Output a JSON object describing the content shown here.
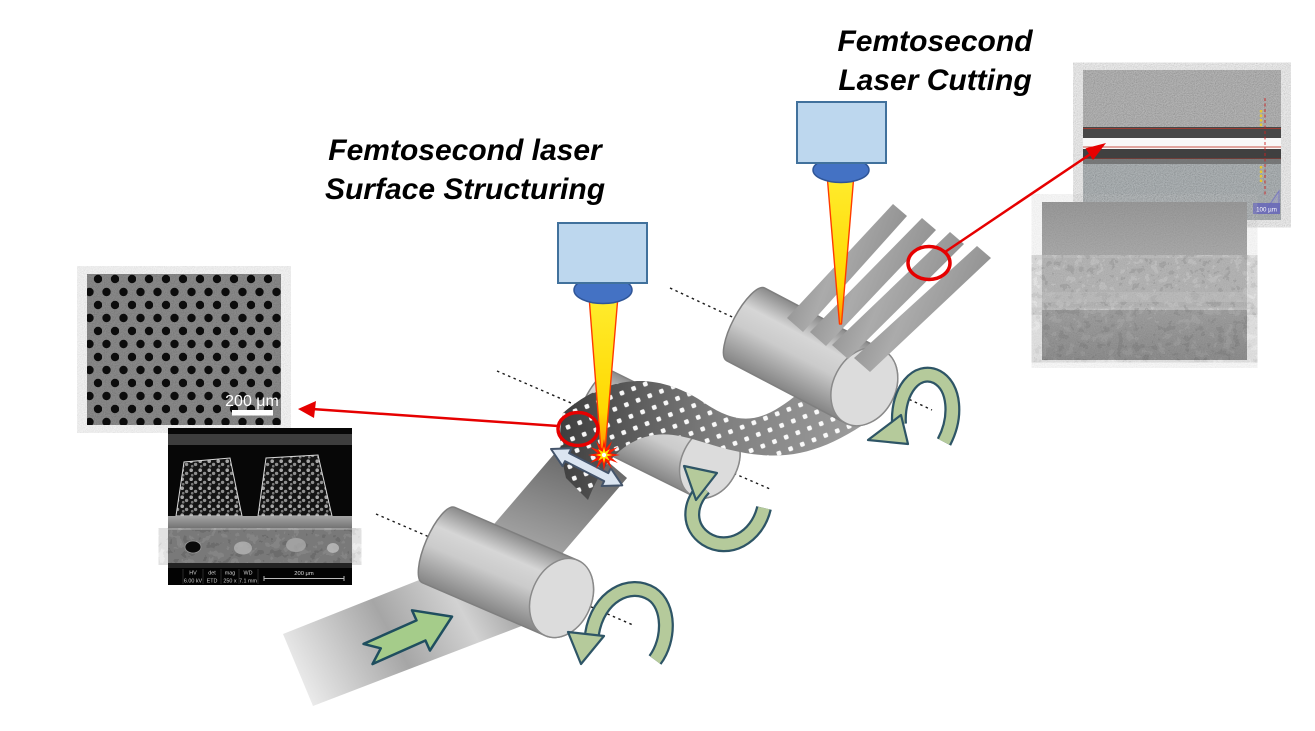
{
  "titles": {
    "structuring_line1": "Femtosecond laser",
    "structuring_line2": "Surface Structuring",
    "cutting_line1": "Femtosecond",
    "cutting_line2": "Laser Cutting"
  },
  "panels": {
    "sem_dots": {
      "scale_label": "200 μm"
    },
    "sem_cross_section": {
      "meta_headers": [
        "HV",
        "det",
        "mag",
        "WD"
      ],
      "meta_values": [
        "6.00 kV",
        "ETD",
        "250 x",
        "7.1 mm"
      ],
      "scale_label": "200 μm"
    },
    "optical_cut": {
      "scale_label": "100 µm"
    }
  },
  "colors": {
    "annotation_red": "#e60000",
    "laser_head_fill": "#bdd7ee",
    "laser_lens_blue": "#4472c4",
    "beam_yellow": "#ffe100",
    "rotation_arrow_green": "#b5ca9b",
    "feed_arrow_green": "#a5cc8a",
    "scan_arrow_blue": "#dbe5f1",
    "roller_gray": "#c9c9c9"
  }
}
